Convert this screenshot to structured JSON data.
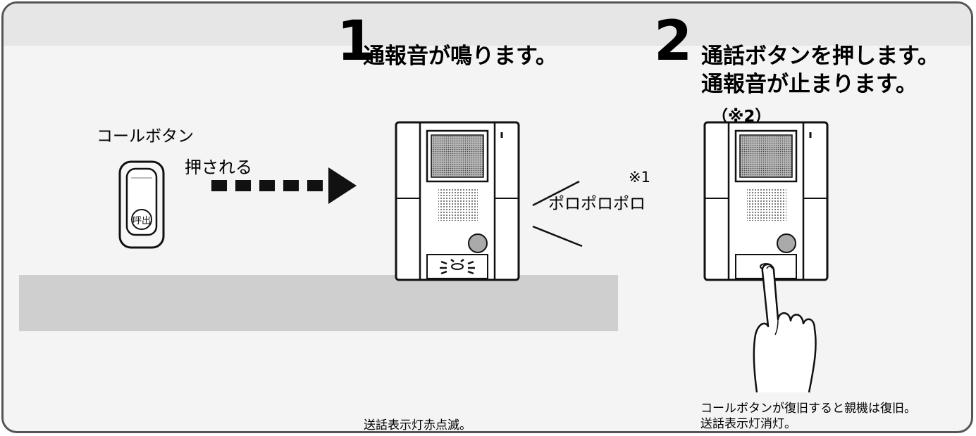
{
  "step1": {
    "number": "1",
    "title": "通報音が鳴ります。"
  },
  "step2": {
    "number": "2",
    "line1": "通話ボタンを押します。",
    "line2": "通報音が止まります。",
    "note": "（※2）"
  },
  "call_button": {
    "label": "コールボタン",
    "pressed": "押される",
    "key_text": "呼出"
  },
  "sound": {
    "note": "※1",
    "text": "ポロポロポロ"
  },
  "captions": {
    "step1": "送話表示灯赤点滅。",
    "step2_line1": "コールボタンが復旧すると親機は復旧。",
    "step2_line2": "送話表示灯消灯。"
  }
}
